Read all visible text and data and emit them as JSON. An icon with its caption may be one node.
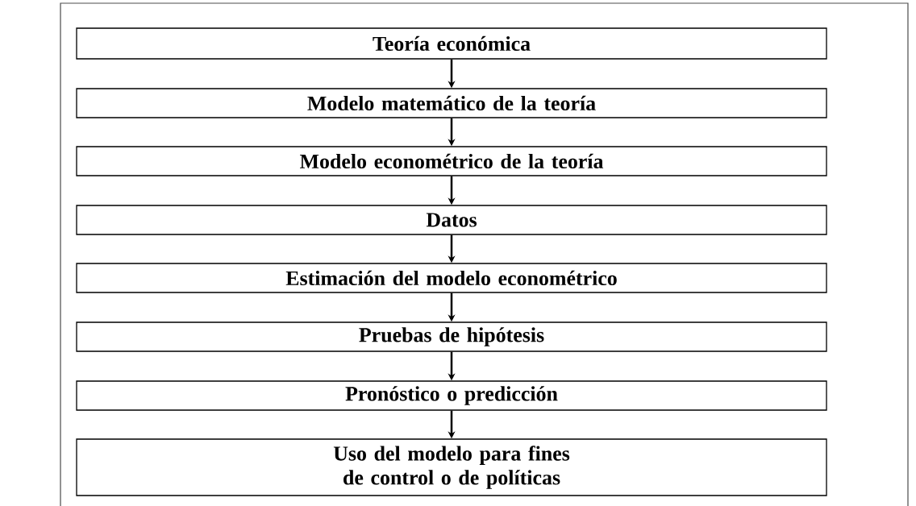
{
  "diagram": {
    "nodes": [
      {
        "text": [
          "Teoría económica"
        ]
      },
      {
        "text": [
          "Modelo matemático de la teoría"
        ]
      },
      {
        "text": [
          "Modelo econométrico de la teoría"
        ]
      },
      {
        "text": [
          "Datos"
        ]
      },
      {
        "text": [
          "Estimación del modelo econométrico"
        ]
      },
      {
        "text": [
          "Pruebas de hipótesis"
        ]
      },
      {
        "text": [
          "Pronóstico o predicción"
        ]
      },
      {
        "text": [
          "Uso del modelo para fines de control o de políticas"
        ]
      }
    ],
    "edges": [
      {
        "from": 0,
        "to": 1,
        "arrow": "to"
      },
      {
        "from": 1,
        "to": 2,
        "arrow": "to"
      },
      {
        "from": 2,
        "to": 3,
        "arrow": "to"
      },
      {
        "from": 3,
        "to": 4,
        "arrow": "to"
      },
      {
        "from": 4,
        "to": 5,
        "arrow": "to"
      },
      {
        "from": 5,
        "to": 6,
        "arrow": "to"
      },
      {
        "from": 6,
        "to": 7,
        "arrow": "to"
      }
    ]
  }
}
